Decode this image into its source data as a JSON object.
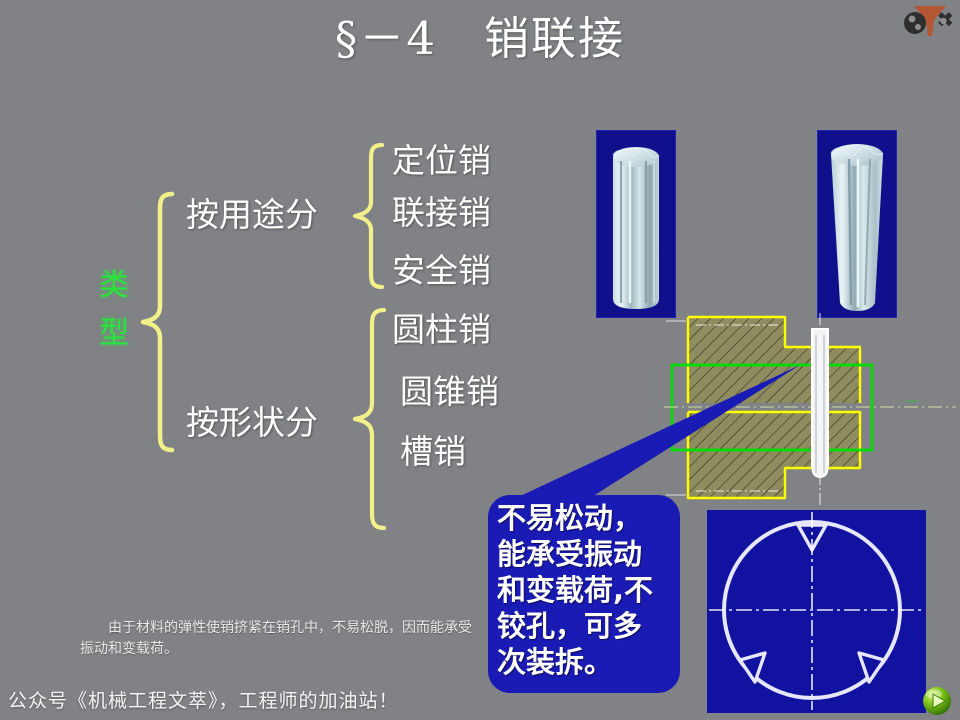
{
  "slide": {
    "background_color": "#808285",
    "title": "§－4　销联接"
  },
  "logo": {
    "name": "mechanical-gear-logo",
    "colors": {
      "dark": "#2b2b2b",
      "accent": "#b5532f"
    }
  },
  "tree": {
    "root": "类型",
    "root_color": "#27e53c",
    "brace_color": "#f2f08a",
    "text_color": "#ffffff",
    "branches": [
      {
        "label": "按用途分",
        "children": [
          "定位销",
          "联接销",
          "安全销"
        ]
      },
      {
        "label": "按形状分",
        "children": [
          "圆柱销",
          "圆锥销",
          "槽销"
        ]
      }
    ]
  },
  "pin_images": [
    {
      "name": "grooved-pin-render-left",
      "caption": ""
    },
    {
      "name": "grooved-pin-render-right",
      "caption": ""
    }
  ],
  "section_drawing": {
    "name": "pin-joint-section-view",
    "hub_color": "#ffff00",
    "shaft_color": "#00e000",
    "pin_color": "#ffffff",
    "centerline_color": "#d8d8d8"
  },
  "callout": {
    "background_color": "#1a1ab4",
    "text_color": "#ffffff",
    "lines": [
      "不易松动，",
      "能承受振动",
      "和变载荷,不",
      "铰孔，可多",
      "次装拆。"
    ],
    "full_text": "不易松动，能承受振动和变载荷,不铰孔，可多次装拆。"
  },
  "end_view": {
    "name": "grooved-pin-end-view",
    "background_color": "#1212a0",
    "circle_color": "#e6e6ff",
    "notch_count": 3
  },
  "caption": "由于材料的弹性使销挤紧在销孔中，不易松脱，因而能承受振动和变载荷。",
  "watermark": "公众号《机械工程文萃》，工程师的加油站！",
  "play_button": {
    "name": "play-button",
    "label": "▶"
  }
}
